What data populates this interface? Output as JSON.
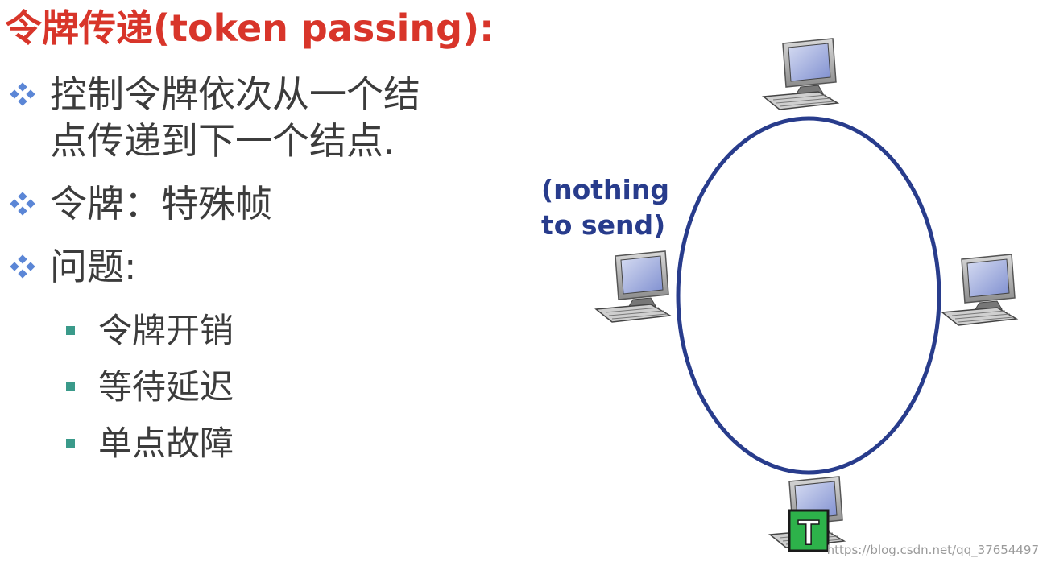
{
  "title": "令牌传递(token passing):",
  "bullets": [
    {
      "lines": [
        "控制令牌依次从一个结",
        "点传递到下一个结点."
      ]
    },
    {
      "lines": [
        "令牌：特殊帧"
      ]
    },
    {
      "lines": [
        "问题:"
      ]
    }
  ],
  "sub_items": [
    "令牌开销",
    "等待延迟",
    "单点故障"
  ],
  "diagram": {
    "note_lines": [
      "(nothing",
      "to send)"
    ],
    "token_label": "T",
    "ring_color": "#283c8c",
    "token_color": "#2db24a"
  },
  "watermark": "https://blog.csdn.net/qq_37654497"
}
